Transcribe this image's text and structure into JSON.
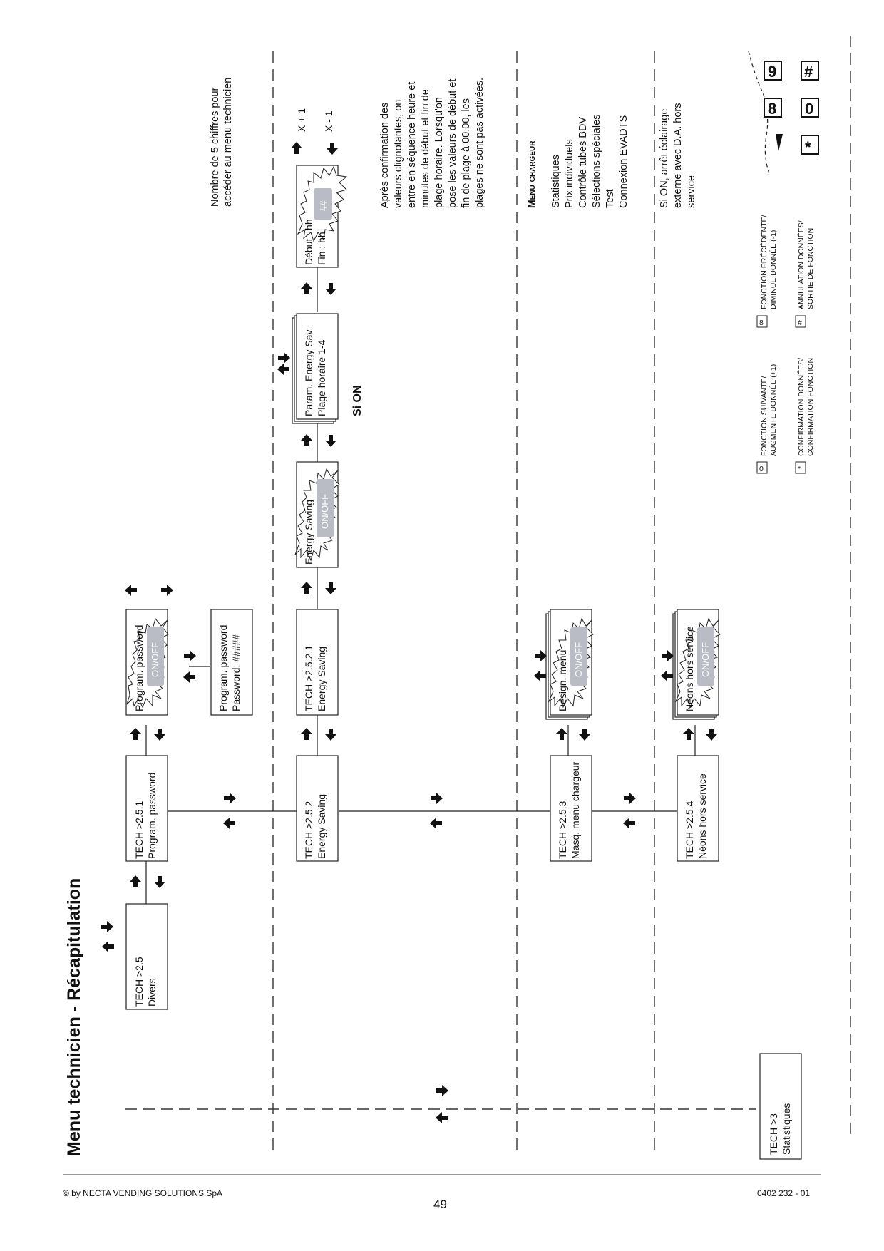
{
  "page": {
    "title": "Menu technicien - Récapitulation",
    "copyright": "© by NECTA VENDING SOLUTIONS SpA",
    "page_number": "49",
    "doc_code": "0402 232 - 01"
  },
  "boxes": {
    "tech3": [
      "TECH >3",
      "Statistiques"
    ],
    "tech25": [
      "TECH >2.5",
      "Divers"
    ],
    "tech251": [
      "TECH >2.5.1",
      "Program. password"
    ],
    "prog_pwd_toggle": "Program. password",
    "prog_pwd_entry": [
      "Program. password",
      "Password: #####"
    ],
    "tech252": [
      "TECH >2.5.2",
      "Energy Saving"
    ],
    "tech2521": [
      "TECH >2.5.2.1",
      "Energy Saving"
    ],
    "energy_toggle": "Energy Saving",
    "param_energy": [
      "Param. Energy Sav.",
      "Plage horaire 1-4"
    ],
    "debut_fin": [
      "Début : hh",
      "Fin : hh"
    ],
    "tech253": [
      "TECH >2.5.3",
      "Masq. menu chargeur"
    ],
    "design_menu": "Désign. menu",
    "tech254": [
      "TECH >2.5.4",
      "Néons hors service"
    ],
    "neons": "Néons hors service"
  },
  "labels": {
    "onoff": "ON/OFF",
    "hash": "##",
    "si_on": "Si ON",
    "x_plus": "X + 1",
    "x_minus": "X - 1"
  },
  "notes": {
    "password": [
      "Nombre de 5 chiffres pour",
      "accéder au menu technicien"
    ],
    "energy": [
      "Après confirmation des",
      "valeurs clignotantes, on",
      "entre en séquence heure et",
      "minutes de début et fin de",
      "plage horaire. Lorsqu'on",
      "pose les valeurs de début et",
      "fin de plage à 00.00, les",
      "plages ne sont pas activées."
    ],
    "menu_chargeur_title": "Menu chargeur",
    "menu_chargeur_items": [
      "Statistiques",
      "Prix individuels",
      "Contrôle tubes BDV",
      "Sélections spéciales",
      "Test",
      "Connexion EVADTS"
    ],
    "neons": [
      "Si ON, arrêt éclairage",
      "externe avec D.A. hors",
      "service"
    ]
  },
  "legend": [
    {
      "key": "0",
      "lines": [
        "FONCTION SUIVANTE/",
        "AUGMENTE DONNÉE (+1)"
      ]
    },
    {
      "key": "8",
      "lines": [
        "FONCTION PRÉCÉDENTE/",
        "DIMINUE DONNÉE (-1)"
      ]
    },
    {
      "key": "*",
      "lines": [
        "CONFIRMATION DONNÉES/",
        "CONFIRMATION FONCTION"
      ]
    },
    {
      "key": "#",
      "lines": [
        "ANNULATION DONNÉES/",
        "SORTIE DE FONCTION"
      ]
    }
  ],
  "keypad": [
    "8",
    "9",
    "*",
    "0",
    "#"
  ]
}
